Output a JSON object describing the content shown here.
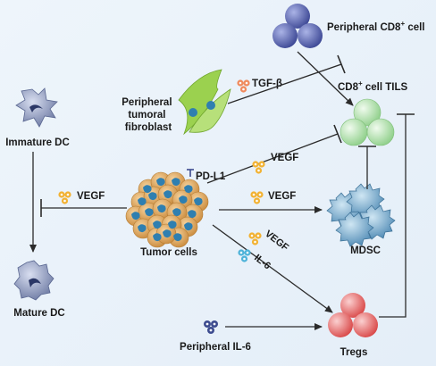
{
  "labels": {
    "peripheral_cd8": "Peripheral  CD8",
    "peripheral_cd8_sup": "+",
    "peripheral_cd8_suffix": " cell",
    "cd8_tils": "CD8",
    "cd8_tils_sup": "+",
    "cd8_tils_suffix": " cell TILS",
    "fibroblast_line1": "Peripheral",
    "fibroblast_line2": "tumoral",
    "fibroblast_line3": "fibroblast",
    "tgf_beta": "TGF-β",
    "immature_dc": "Immature DC",
    "mature_dc": "Mature DC",
    "pd_l1": "PD-L1",
    "vegf_dc": "VEGF",
    "vegf_tils": "VEGF",
    "vegf_mdsc": "VEGF",
    "vegf_tregs": "VEGF",
    "il6": "IL-6",
    "tumor_cells": "Tumor cells",
    "mdsc": "MDSC",
    "tregs": "Tregs",
    "peripheral_il6": "Peripheral IL-6"
  },
  "colors": {
    "background": "#e8f1f9",
    "cd8_peripheral": "#5a66b0",
    "cd8_tils": "#b9e3b5",
    "fibroblast": "#9bd14f",
    "tumor": "#e0a55a",
    "tumor_nucleus": "#2f7fb0",
    "mdsc": "#6fa7c9",
    "tregs": "#e96d6d",
    "dc": "#9aa7c4",
    "vegf_dot": "#f2b233",
    "tgf_dot": "#f08a5d",
    "il6_dot": "#4fb3d9",
    "arrow": "#2b2b2b"
  }
}
